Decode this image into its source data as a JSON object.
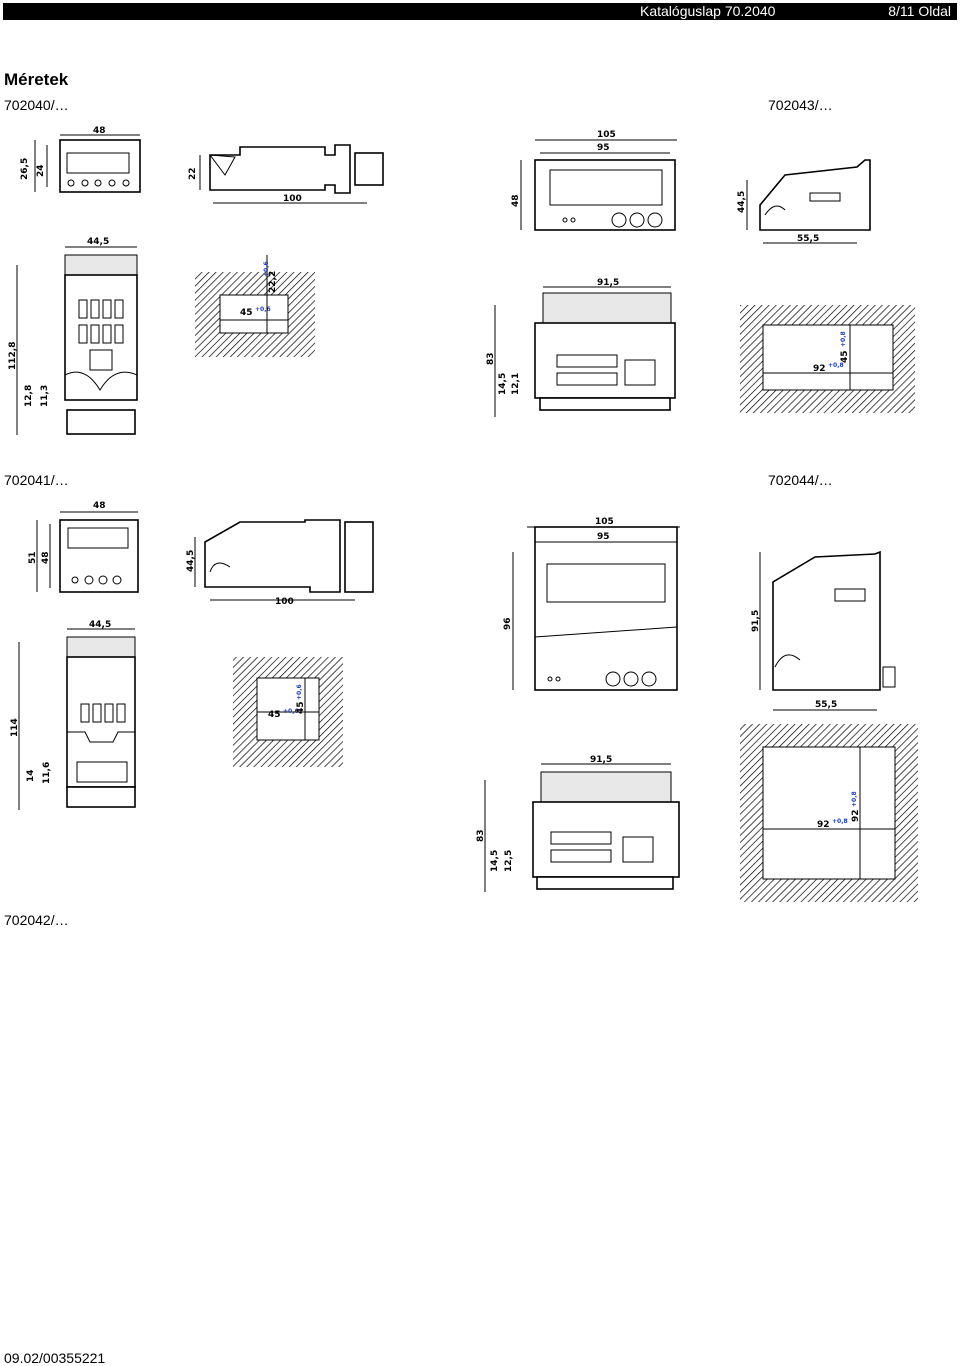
{
  "header": {
    "catalog": "Katalóguslap 70.2040",
    "page": "8/11 Oldal"
  },
  "title": "Méretek",
  "sections": {
    "s702040": "702040/…",
    "s702043": "702043/…",
    "s702041": "702041/…",
    "s702044": "702044/…",
    "s702042": "702042/…"
  },
  "dims": {
    "d40": {
      "w": "48",
      "h1": "26,5",
      "h2": "24",
      "depth_h": "22",
      "depth": "100",
      "w2": "44,5",
      "len": "112,8",
      "b1": "12,8",
      "b2": "11,3",
      "cut_w": "45",
      "cut_h": "22,2",
      "tol": "+0,6"
    },
    "d43": {
      "w": "105",
      "w2": "95",
      "h": "48",
      "side_h": "44,5",
      "depth": "55,5",
      "bw": "91,5",
      "bh": "83",
      "b1": "14,5",
      "b2": "12,1",
      "cut_w": "92",
      "cut_h": "45",
      "tol": "+0,8"
    },
    "d41": {
      "w": "48",
      "h1": "51",
      "h2": "48",
      "side_h": "44,5",
      "depth": "100",
      "w2": "44,5",
      "len": "114",
      "b1": "14",
      "b2": "11,6",
      "cut_w": "45",
      "cut_h": "45",
      "tol": "+0,6"
    },
    "d44": {
      "w": "105",
      "w2": "95",
      "h": "96",
      "side_h": "91,5",
      "depth": "55,5",
      "bw": "91,5",
      "bh": "83",
      "b1": "14,5",
      "b2": "12,5",
      "cut_w": "92",
      "cut_h": "92",
      "tol": "+0,8"
    }
  },
  "footer": "09.02/00355221"
}
